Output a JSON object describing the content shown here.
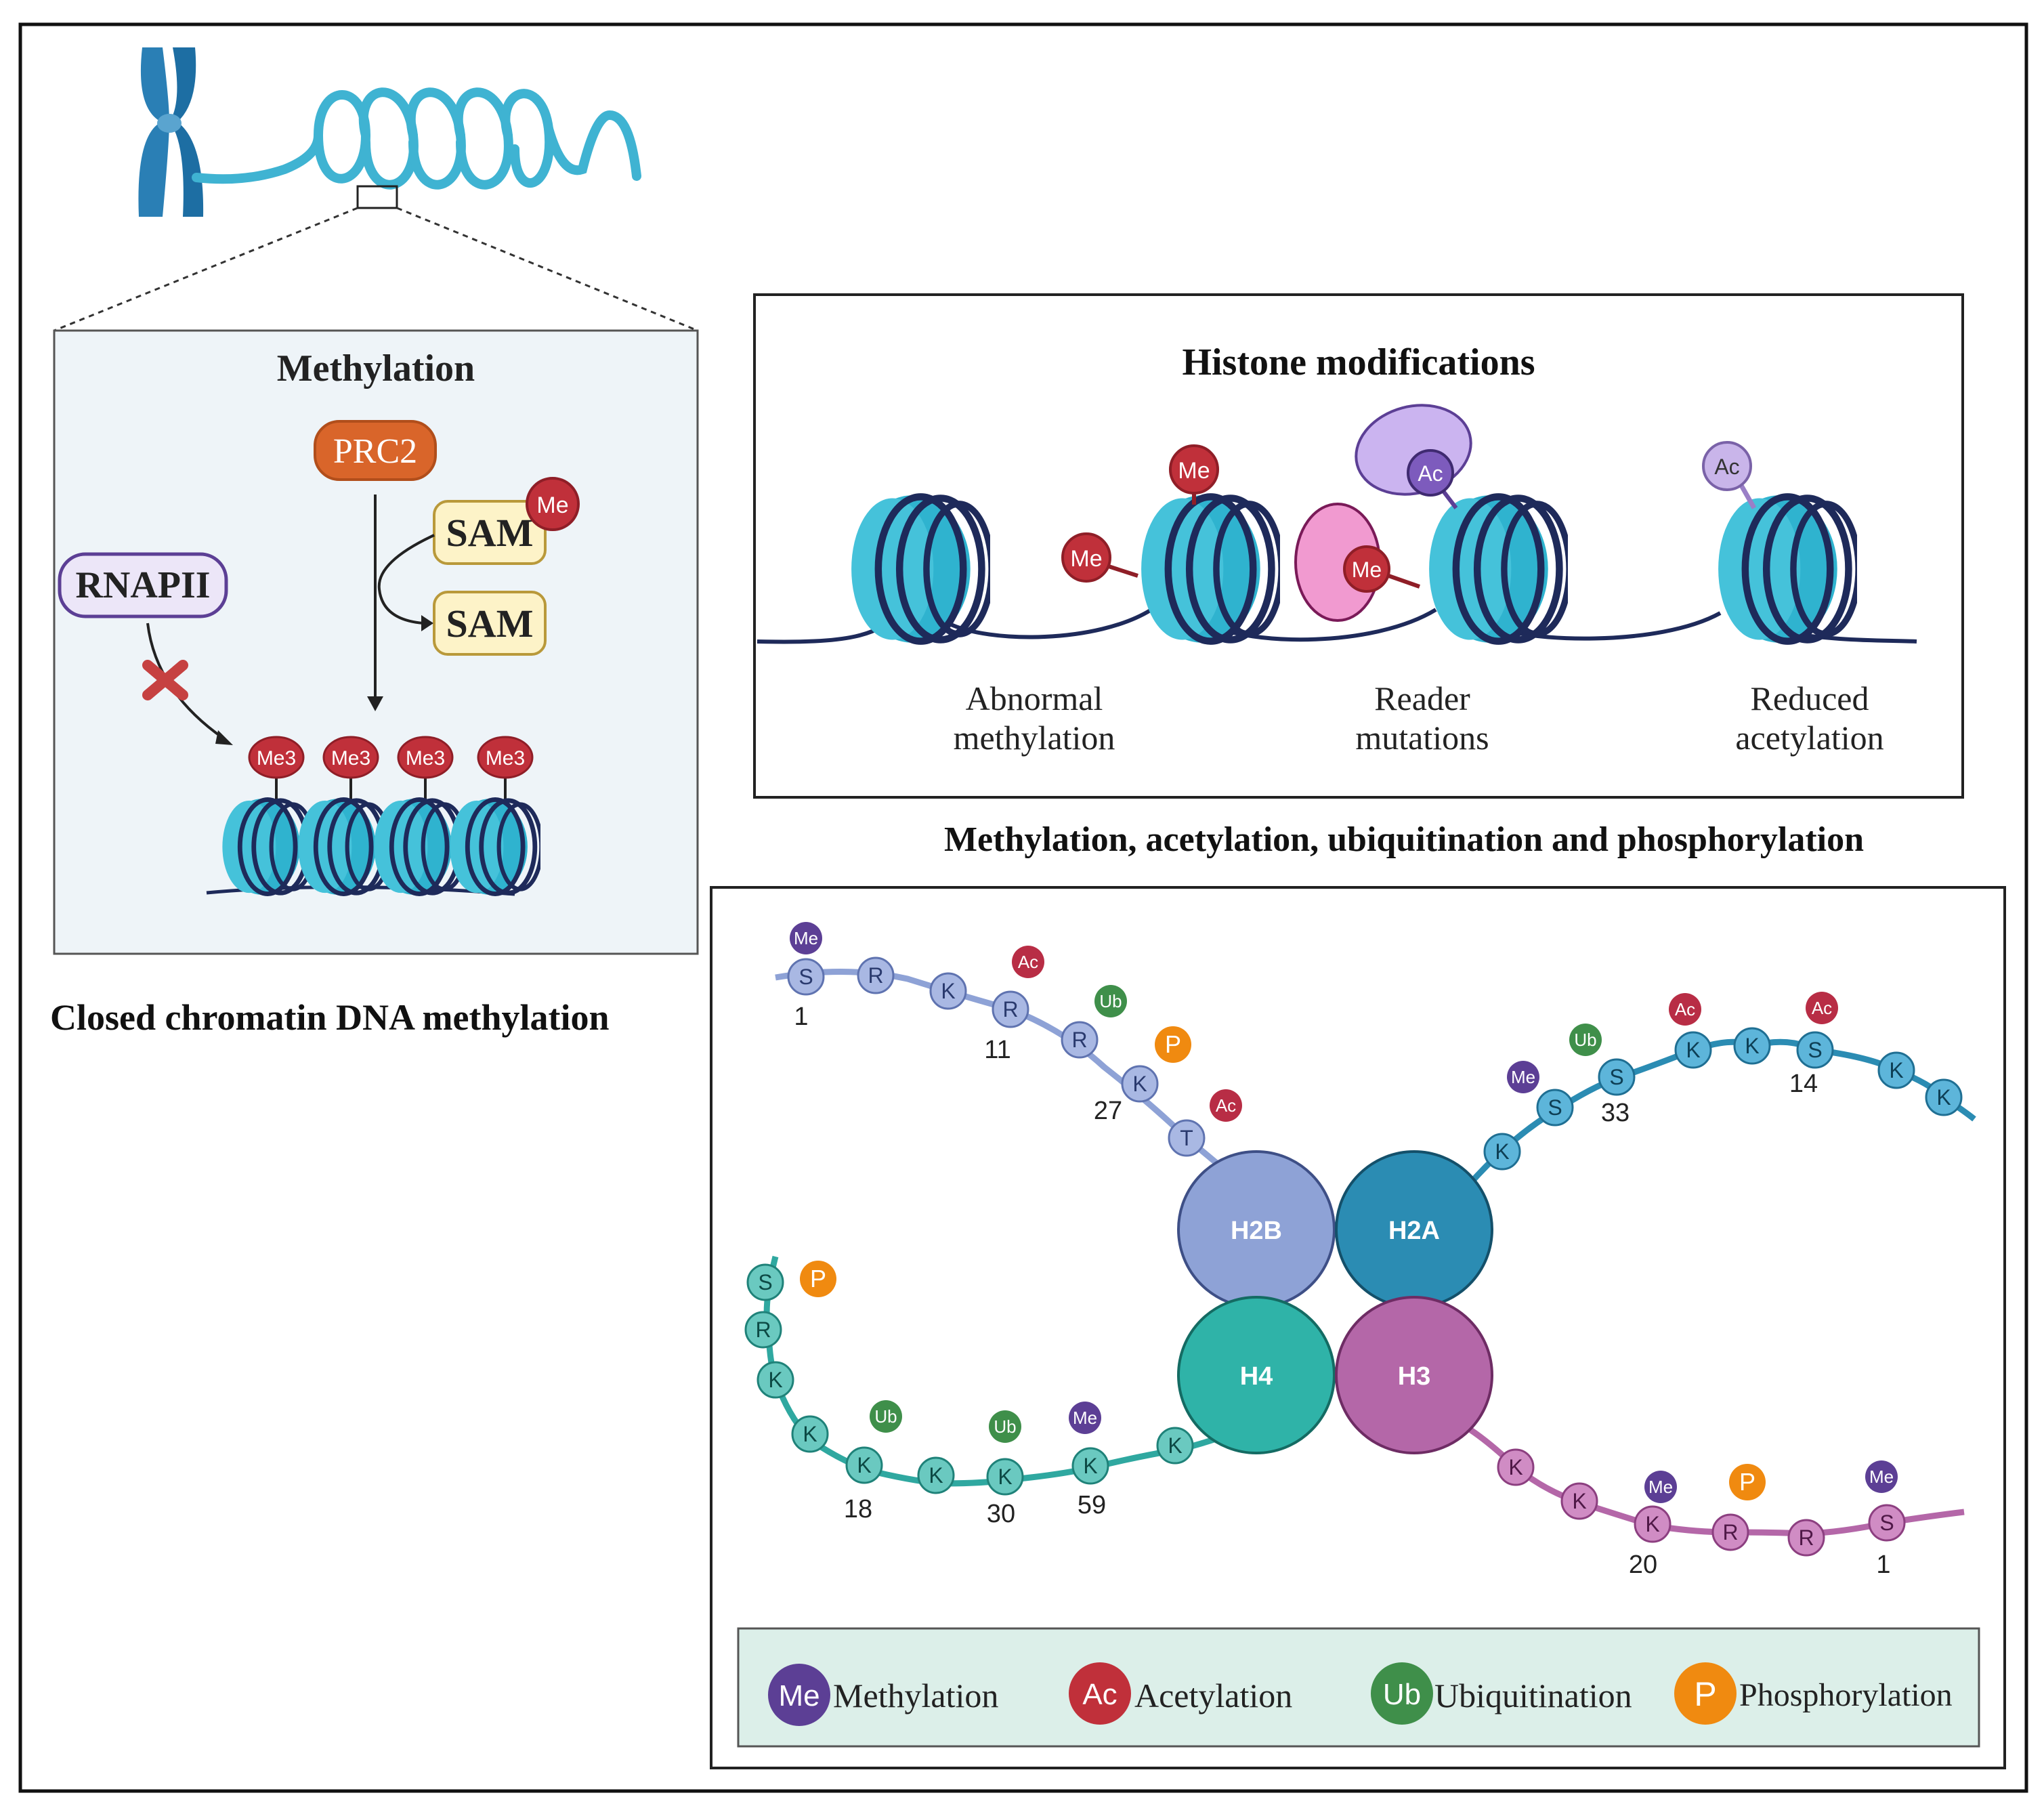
{
  "colors": {
    "nucleosome": "#2fb3cf",
    "nucleosome_dark": "#1b8fa8",
    "dna": "#1e2a5a",
    "me": "#5c3f95",
    "me_red": "#c0303a",
    "ac": "#b82d45",
    "ub": "#3f8f4a",
    "p": "#f08a10",
    "h2b": "#8ea2d6",
    "h2a": "#2b8cb3",
    "h4": "#2fb3a8",
    "h3": "#b467a8",
    "panel_left_bg": "#eef4f8",
    "legend_bg": "#dcefe9"
  },
  "left_panel": {
    "title": "Methylation",
    "prc2": "PRC2",
    "sam_top": "SAM",
    "sam_bottom": "SAM",
    "me_badge": "Me",
    "rnapii": "RNAPII",
    "me3_labels": [
      "Me3",
      "Me3",
      "Me3",
      "Me3"
    ],
    "caption": "Closed chromatin DNA methylation"
  },
  "histone_panel": {
    "title": "Histone modifications",
    "me_top": "Me",
    "me_left": "Me",
    "me_reader": "Me",
    "ac_reader": "Ac",
    "ac_right": "Ac",
    "label_1a": "Abnormal",
    "label_1b": "methylation",
    "label_2a": "Reader",
    "label_2b": "mutations",
    "label_3a": "Reduced",
    "label_3b": "acetylation"
  },
  "section_title": "Methylation, acetylation, ubiquitination and phosphorylation",
  "cores": {
    "h2b": "H2B",
    "h2a": "H2A",
    "h4": "H4",
    "h3": "H3"
  },
  "h2b_tail": {
    "residues": [
      "S",
      "R",
      "K",
      "R",
      "R",
      "K",
      "T"
    ],
    "marks": [
      "Me",
      "Ac",
      "Ub",
      "P",
      "Ac"
    ],
    "numbers": [
      "1",
      "11",
      "27"
    ]
  },
  "h2a_tail": {
    "residues": [
      "K",
      "S",
      "S",
      "K",
      "K",
      "S",
      "K",
      "K"
    ],
    "marks": [
      "Me",
      "Ub",
      "Ac",
      "Ac"
    ],
    "numbers": [
      "33",
      "14"
    ]
  },
  "h4_tail": {
    "residues": [
      "S",
      "R",
      "K",
      "K",
      "K",
      "K",
      "K",
      "K",
      "K"
    ],
    "marks": [
      "P",
      "Ub",
      "Ub",
      "Me"
    ],
    "numbers": [
      "18",
      "30",
      "59"
    ]
  },
  "h3_tail": {
    "residues": [
      "K",
      "K",
      "K",
      "R",
      "R",
      "S"
    ],
    "marks": [
      "Me",
      "P",
      "Me"
    ],
    "numbers": [
      "20",
      "1"
    ]
  },
  "legend": {
    "me_badge": "Me",
    "me_label": "Methylation",
    "ac_badge": "Ac",
    "ac_label": "Acetylation",
    "ub_badge": "Ub",
    "ub_label": "Ubiquitination",
    "p_badge": "P",
    "p_label": "Phosphorylation"
  }
}
